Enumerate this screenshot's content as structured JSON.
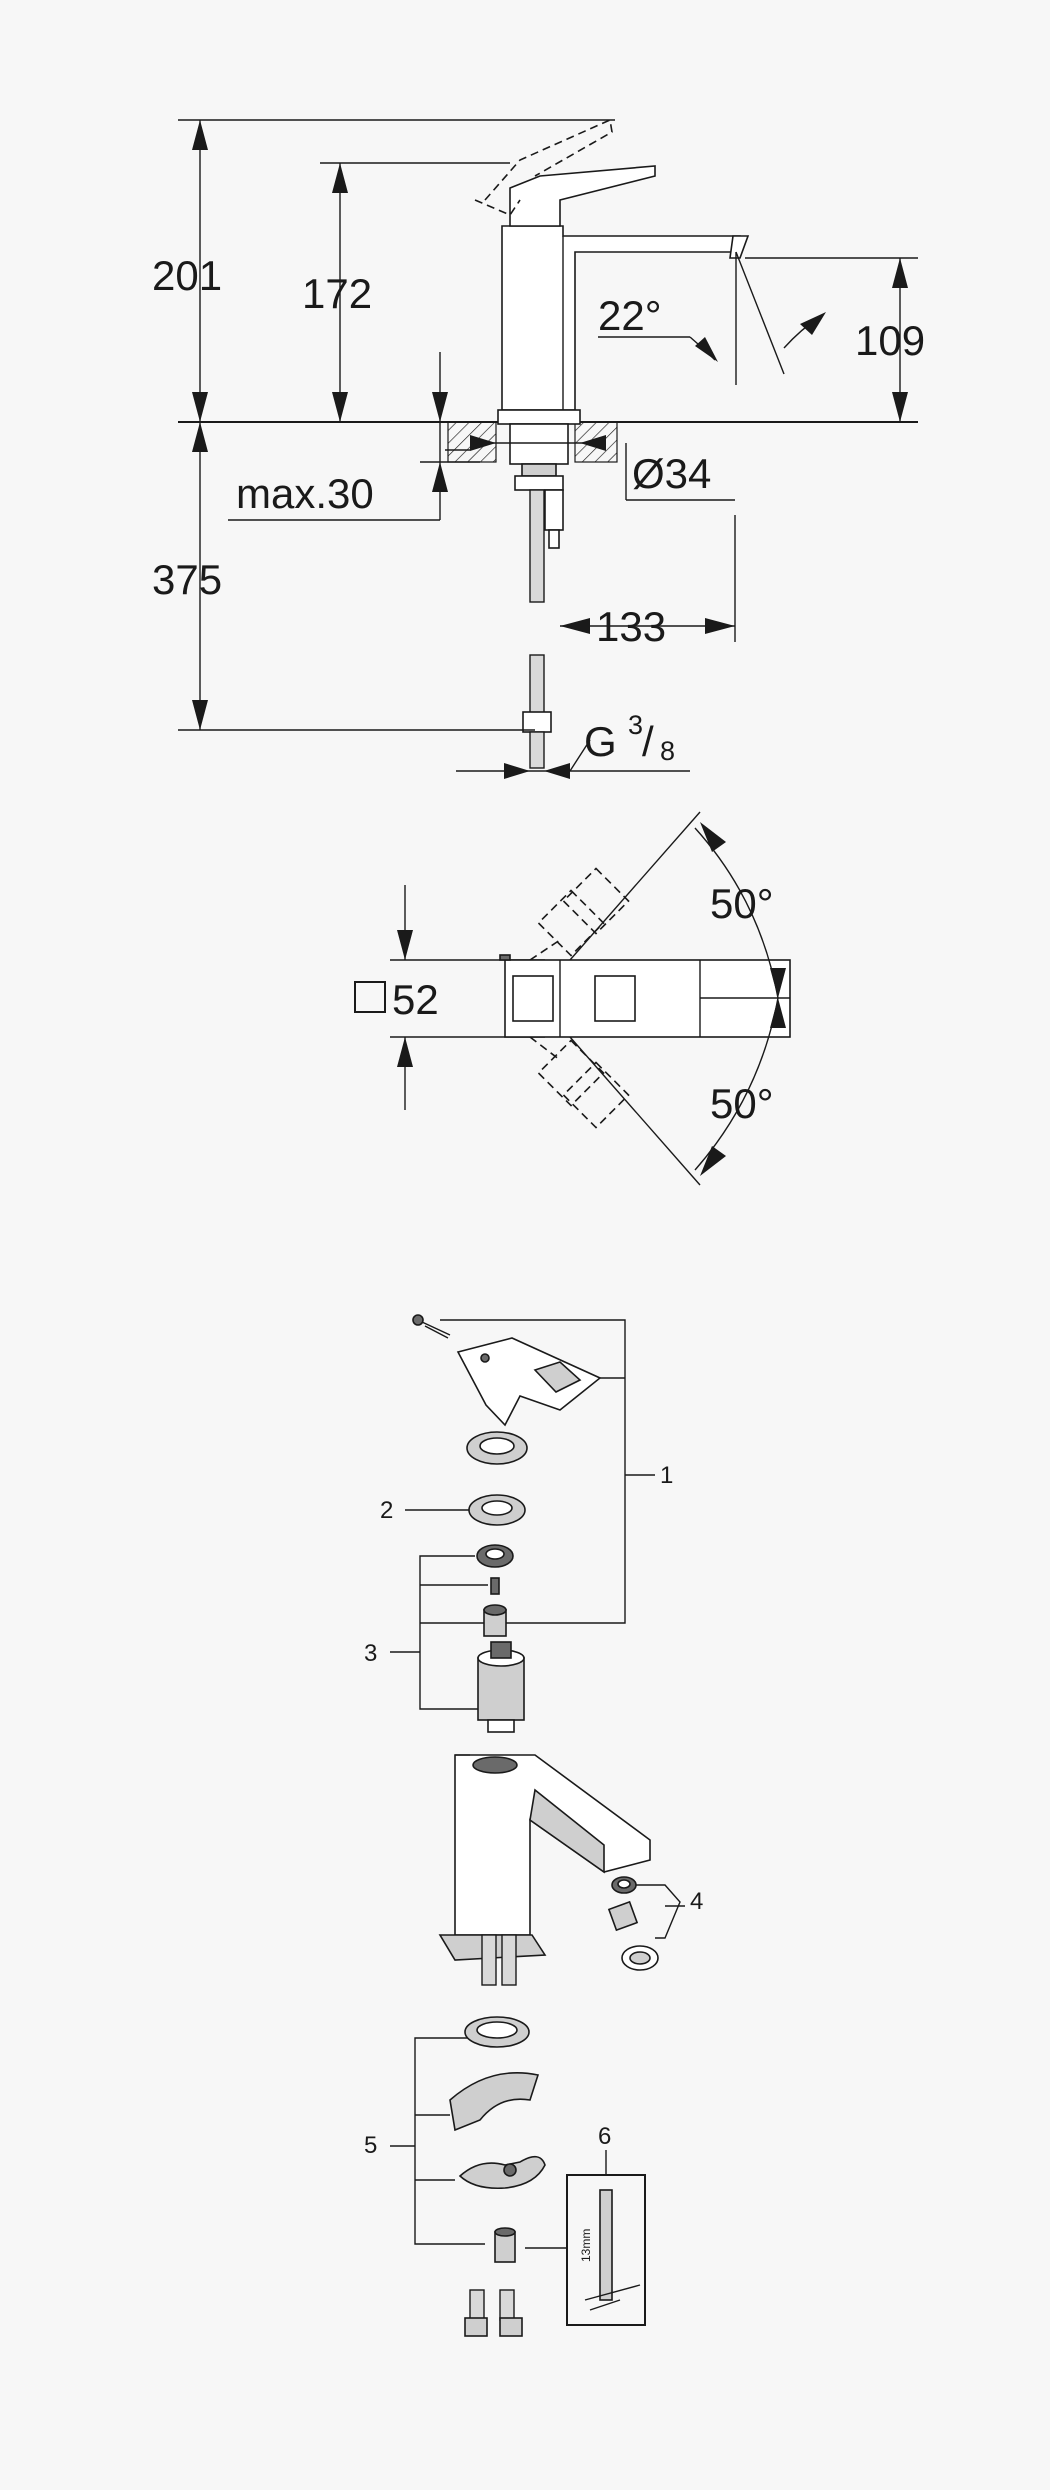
{
  "side_view": {
    "dim_total_height": "201",
    "dim_spout_height": "172",
    "dim_angle": "22°",
    "dim_outlet_height": "109",
    "dim_max_deck": "max.30",
    "dim_hole_diameter": "Ø34",
    "dim_hose_length": "375",
    "dim_projection": "133",
    "dim_thread_main": "G",
    "dim_thread_num": "3",
    "dim_thread_sep": "/",
    "dim_thread_den": "8"
  },
  "top_view": {
    "dim_width": "52",
    "dim_angle_top": "50°",
    "dim_angle_bottom": "50°"
  },
  "exploded_view": {
    "callouts": [
      "1",
      "2",
      "3",
      "4",
      "5",
      "6"
    ],
    "tool_label": "13mm"
  }
}
